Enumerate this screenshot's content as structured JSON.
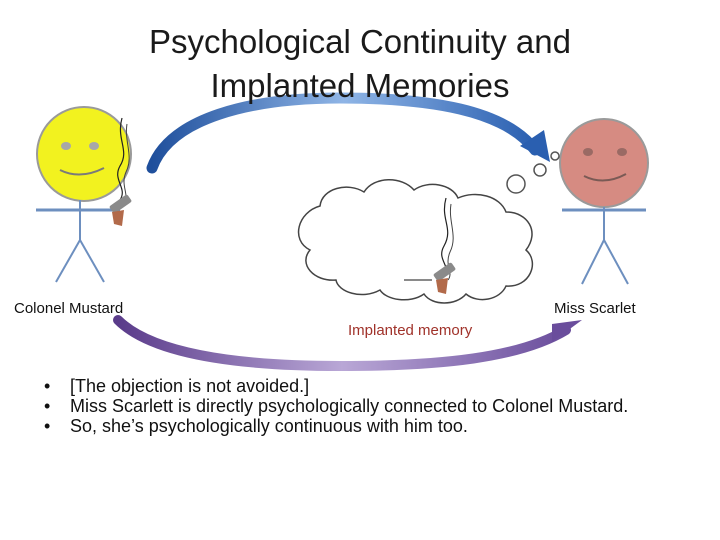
{
  "title": {
    "line1": "Psychological Continuity and",
    "line2": "Implanted Memories"
  },
  "labels": {
    "colonel_mustard": "Colonel Mustard",
    "miss_scarlet": "Miss Scarlet",
    "implanted_memory": "Implanted memory"
  },
  "bullet_marker": "•",
  "bullets": [
    "[The objection is not avoided.]",
    "Miss Scarlett is directly psychologically connected to Colonel Mustard.",
    "So, she’s psychologically continuous with him too."
  ],
  "colors": {
    "mustard_face": "#f2f21f",
    "scarlet_face": "#d68b82",
    "top_arrow": "#4a7fc8",
    "bottom_arrow": "#7a5aa8",
    "implanted_text": "#a0322a"
  },
  "icons": {
    "weapon": "revolver-icon",
    "thought": "thought-cloud-icon"
  }
}
